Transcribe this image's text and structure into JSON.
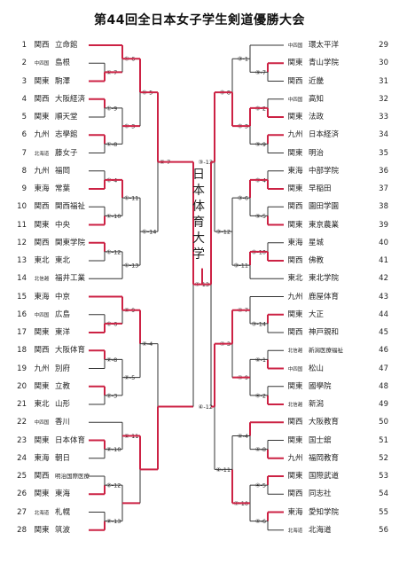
{
  "title": "第44回全日本女子学生剣道優勝大会",
  "left_entries": [
    {
      "no": "1",
      "region": "関西",
      "team": "立命館"
    },
    {
      "no": "2",
      "region": "中四国",
      "team": "島根"
    },
    {
      "no": "3",
      "region": "関東",
      "team": "駒澤"
    },
    {
      "no": "4",
      "region": "関西",
      "team": "大阪経済"
    },
    {
      "no": "5",
      "region": "関東",
      "team": "順天堂"
    },
    {
      "no": "6",
      "region": "九州",
      "team": "志學館"
    },
    {
      "no": "7",
      "region": "北海道",
      "team": "藤女子"
    },
    {
      "no": "8",
      "region": "九州",
      "team": "福岡"
    },
    {
      "no": "9",
      "region": "東海",
      "team": "常葉"
    },
    {
      "no": "10",
      "region": "関西",
      "team": "関西福祉"
    },
    {
      "no": "11",
      "region": "関東",
      "team": "中央"
    },
    {
      "no": "12",
      "region": "関西",
      "team": "関東学院"
    },
    {
      "no": "13",
      "region": "東北",
      "team": "東北"
    },
    {
      "no": "14",
      "region": "北信越",
      "team": "福井工業"
    },
    {
      "no": "15",
      "region": "東海",
      "team": "中京"
    },
    {
      "no": "16",
      "region": "中四国",
      "team": "広島"
    },
    {
      "no": "17",
      "region": "関東",
      "team": "東洋"
    },
    {
      "no": "18",
      "region": "関西",
      "team": "大阪体育"
    },
    {
      "no": "19",
      "region": "九州",
      "team": "別府"
    },
    {
      "no": "20",
      "region": "関東",
      "team": "立教"
    },
    {
      "no": "21",
      "region": "東北",
      "team": "山形"
    },
    {
      "no": "22",
      "region": "中四国",
      "team": "香川"
    },
    {
      "no": "23",
      "region": "関東",
      "team": "日本体育"
    },
    {
      "no": "24",
      "region": "東海",
      "team": "朝日"
    },
    {
      "no": "25",
      "region": "関西",
      "team": "明治国際医療"
    },
    {
      "no": "26",
      "region": "関東",
      "team": "東海"
    },
    {
      "no": "27",
      "region": "北海道",
      "team": "札幌"
    },
    {
      "no": "28",
      "region": "関東",
      "team": "筑波"
    }
  ],
  "right_entries": [
    {
      "no": "29",
      "region": "中四国",
      "team": "環太平洋"
    },
    {
      "no": "30",
      "region": "関東",
      "team": "青山学院"
    },
    {
      "no": "31",
      "region": "関西",
      "team": "近畿"
    },
    {
      "no": "32",
      "region": "中四国",
      "team": "高知"
    },
    {
      "no": "33",
      "region": "関東",
      "team": "法政"
    },
    {
      "no": "34",
      "region": "九州",
      "team": "日本経済"
    },
    {
      "no": "35",
      "region": "関東",
      "team": "明治"
    },
    {
      "no": "36",
      "region": "東海",
      "team": "中部学院"
    },
    {
      "no": "37",
      "region": "関東",
      "team": "早稲田"
    },
    {
      "no": "38",
      "region": "関西",
      "team": "園田学園"
    },
    {
      "no": "39",
      "region": "関東",
      "team": "東京農業"
    },
    {
      "no": "40",
      "region": "東海",
      "team": "星城"
    },
    {
      "no": "41",
      "region": "関西",
      "team": "佛教"
    },
    {
      "no": "42",
      "region": "東北",
      "team": "東北学院"
    },
    {
      "no": "43",
      "region": "九州",
      "team": "鹿屋体育"
    },
    {
      "no": "44",
      "region": "関東",
      "team": "大正"
    },
    {
      "no": "45",
      "region": "関西",
      "team": "神戸親和"
    },
    {
      "no": "46",
      "region": "北信越",
      "team": "新潟医療福祉"
    },
    {
      "no": "47",
      "region": "中四国",
      "team": "松山"
    },
    {
      "no": "48",
      "region": "関東",
      "team": "國學院"
    },
    {
      "no": "49",
      "region": "北信越",
      "team": "新潟"
    },
    {
      "no": "50",
      "region": "関西",
      "team": "大阪教育"
    },
    {
      "no": "51",
      "region": "関東",
      "team": "国士舘"
    },
    {
      "no": "52",
      "region": "九州",
      "team": "福岡教育"
    },
    {
      "no": "53",
      "region": "関東",
      "team": "国際武道"
    },
    {
      "no": "54",
      "region": "関西",
      "team": "同志社"
    },
    {
      "no": "55",
      "region": "東海",
      "team": "愛知学院"
    },
    {
      "no": "56",
      "region": "北海道",
      "team": "北海道"
    }
  ],
  "left_match_labels": [
    "①-7",
    "①-6",
    "①-9",
    "①-8",
    "①-3",
    "①-5",
    "①-4",
    "①-10",
    "①-11",
    "①-12",
    "①-13",
    "①-14",
    "②-7",
    "②-6",
    "②-9",
    "②-8",
    "②-3",
    "②-5",
    "②-4",
    "②-10",
    "②-11",
    "②-12",
    "②-13"
  ],
  "right_match_labels": [
    "③-7",
    "③-1",
    "③-2",
    "③-9",
    "③-3",
    "③-8",
    "③-4",
    "③-5",
    "③-6",
    "③-10",
    "③-11",
    "③-12",
    "③-13",
    "③-14",
    "④-7",
    "④-1",
    "④-2",
    "④-9",
    "④-3",
    "④-8",
    "④-4",
    "④-5",
    "④-6",
    "④-10",
    "④-11",
    "④-12",
    "④-13"
  ],
  "winner_chars": [
    "日",
    "本",
    "体",
    "育",
    "大",
    "学"
  ],
  "colors": {
    "winner_line": "#cc2244",
    "line": "#333333"
  }
}
